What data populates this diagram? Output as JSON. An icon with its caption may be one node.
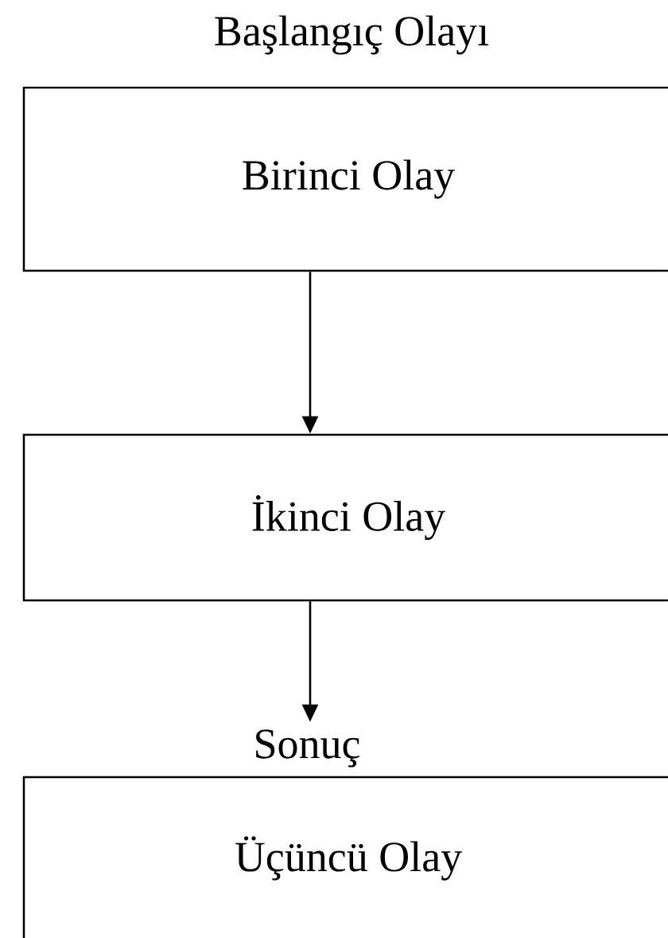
{
  "diagram": {
    "nodes": [
      {
        "text": [
          "Başlangıç Olayı",
          "Birinci Olay"
        ]
      },
      {
        "text": [
          "İkinci Olay"
        ]
      },
      {
        "text": [
          "Sonuç",
          "Üçüncü Olay"
        ]
      }
    ],
    "edges": [
      {
        "from": 0,
        "to": 1,
        "arrow": "to"
      },
      {
        "from": 1,
        "to": 2,
        "arrow": "to"
      }
    ]
  }
}
